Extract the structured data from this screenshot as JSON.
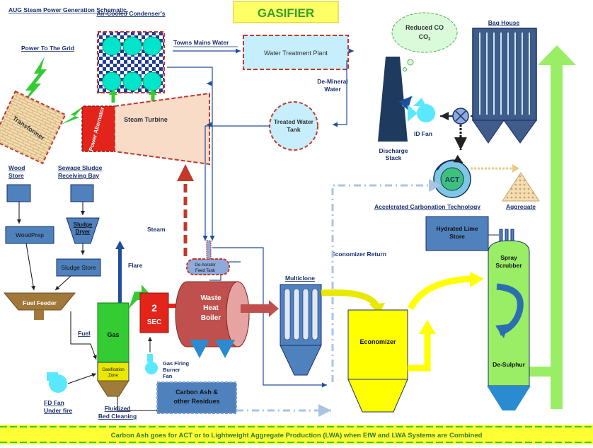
{
  "title": "GASIFIER",
  "subtitle": "AUG Steam Power Generation Schematic.",
  "footer": "Carbon Ash goes for ACT or to Lightweight Aggregate Production (LWA) when EfW and LWA Systems are Combined",
  "labels": {
    "air_cooled_condensers": "Air-Cooled Condenser's",
    "power_to_grid": "Power To The Grid",
    "transformer": "Transformer",
    "power_alternator": "Power Alternator",
    "steam_turbine": "Steam Turbine",
    "towns_mains_water": "Towns Mains Water",
    "water_treatment_plant": "Water Treatment Plant",
    "de_mineral_water": "De-Mineral Water",
    "treated_water_tank": "Treated Water Tank",
    "reduced_co2": "Reduced CO",
    "co2_subscript": "2",
    "bag_house": "Bag House",
    "discharge_stack": "Discharge Stack",
    "id_fan": "ID Fan",
    "act": "ACT",
    "accelerated_carbonation": "Accelerated Carbonation Technology",
    "aggregate": "Aggregate",
    "wood_store": "Wood Store",
    "sewage_sludge": "Sewage Sludge Receiving Bay",
    "sludge_dryer": "Sludge Dryer",
    "wood_prep": "WoodPrep",
    "sludge_store": "Sludge Store",
    "steam": "Steam",
    "de_aerator": "De-Aerator Feed Tank",
    "economizer_return": "Economizer Return",
    "hydrated_lime_store": "Hydrated Lime Store",
    "flare": "Flare",
    "fuel_feeder": "Fuel Feeder",
    "fuel": "Fuel",
    "gas": "Gas",
    "gasification_zone": "Gasification Zone",
    "two_sec": "2 SEC",
    "waste_heat_boiler": "Waste Heat Boiler",
    "multiclone": "Multiclone",
    "economizer": "Economizer",
    "spray_scrubber": "Spray Scrubber",
    "de_sulphur": "De-Sulphur",
    "gas_firing_burner_fan": "Gas Firing Burner Fan",
    "fd_fan": "FD Fan Under fire",
    "fluidized_bed_cleaning": "Fluidized Bed Cleaning",
    "carbon_ash": "Carbon Ash & other Residues"
  },
  "colors": {
    "title_bg": "#ffff66",
    "title_text": "#33a02c",
    "blue_box": "#4f81bd",
    "condenser_bg": "#1f3a93",
    "cyan": "#00e5cc",
    "brick": "#f2dcb0",
    "red_dash": "#c0392b",
    "water": "#c6eefc",
    "green": "#33cc33",
    "light_green": "#99ee66",
    "yellow": "#ffff00",
    "boiler_red": "#c0504d",
    "stack": "#1f3a5f",
    "footer_bg": "#ffff33",
    "footer_text": "#2e7d32",
    "icon_names": [
      "fan-icon",
      "damper-icon",
      "lightning-icon"
    ]
  }
}
